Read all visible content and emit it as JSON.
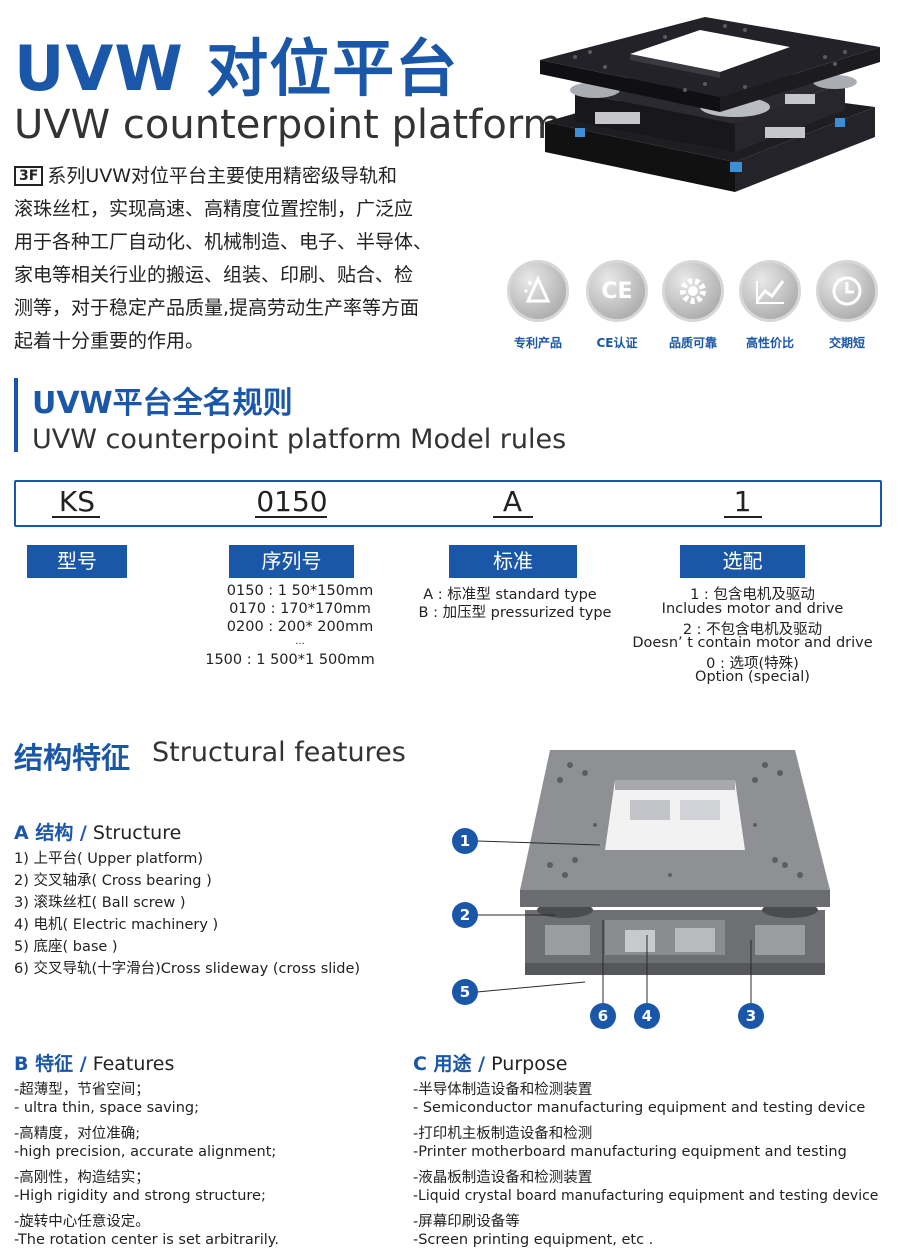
{
  "header": {
    "title_zh": "UVW 对位平台",
    "title_en": "UVW counterpoint platform",
    "brand_mark": "3F",
    "intro_lines": [
      "系列UVW对位平台主要使用精密级导轨和",
      "滚珠丝杠，实现高速、高精度位置控制，广泛应",
      "用于各种工厂自动化、机械制造、电子、半导体、",
      "家电等相关行业的搬运、组装、印刷、贴合、检",
      "测等，对于稳定产品质量,提高劳动生产率等方面",
      "起着十分重要的作用。"
    ]
  },
  "badges": [
    {
      "icon": "patent-icon",
      "label": "专利产品"
    },
    {
      "icon": "ce-mark-icon",
      "glyph": "CE",
      "label": "CE认证"
    },
    {
      "icon": "gear-icon",
      "label": "品质可靠"
    },
    {
      "icon": "chart-up-icon",
      "label": "高性价比"
    },
    {
      "icon": "clock-icon",
      "label": "交期短"
    }
  ],
  "model_rules": {
    "title_zh": "UVW平台全名规则",
    "title_en": "UVW counterpoint platform Model rules",
    "codes": [
      "KS",
      "0150",
      "A",
      "1"
    ],
    "tags": [
      "型号",
      "序列号",
      "标准",
      "选配"
    ],
    "series_lines": [
      "0150 : 1 50*150mm",
      "0170 : 170*170mm",
      "0200 : 200* 200mm",
      "...",
      "1500 : 1 500*1 500mm"
    ],
    "standard_lines": [
      "A : 标准型 standard type",
      "B : 加压型  pressurized type"
    ],
    "option_lines": [
      "1 : 包含电机及驱动",
      "Includes motor and drive",
      "2 : 不包含电机及驱动",
      "Doesn’ t contain motor and drive",
      "0 : 选项(特殊)",
      "Option (special)"
    ]
  },
  "structural": {
    "title_zh": "结构特征",
    "title_en": "Structural features",
    "structure": {
      "head_zh": "A 结构 /",
      "head_en": " Structure",
      "items": [
        "1) 上平台( Upper platform)",
        "2) 交叉轴承( Cross bearing )",
        "3) 滚珠丝杠( Ball screw )",
        "4) 电机( Electric machinery )",
        "5) 底座( base )",
        "6) 交叉导轨(十字滑台)Cross slideway (cross slide)"
      ]
    },
    "callouts": [
      "1",
      "2",
      "5",
      "6",
      "4",
      "3"
    ],
    "features": {
      "head_zh": "B 特征 /",
      "head_en": " Features",
      "items": [
        "-超薄型，节省空间；",
        "- ultra thin, space saving;",
        "-高精度，对位准确;",
        "-high precision, accurate alignment;",
        "-高刚性，构造结实；",
        "-High rigidity and strong structure;",
        "-旋转中心任意设定。",
        "-The rotation center is set arbitrarily."
      ]
    },
    "purpose": {
      "head_zh": "C 用途 /",
      "head_en": " Purpose",
      "items": [
        "-半导体制造设备和检测装置",
        "- Semiconductor manufacturing equipment and testing device",
        "-打印机主板制造设备和检测",
        "-Printer motherboard manufacturing equipment and testing",
        "-液晶板制造设备和检测装置",
        "-Liquid crystal board manufacturing equipment and testing device",
        "-屏幕印刷设备等",
        "-Screen printing equipment, etc ."
      ]
    }
  }
}
